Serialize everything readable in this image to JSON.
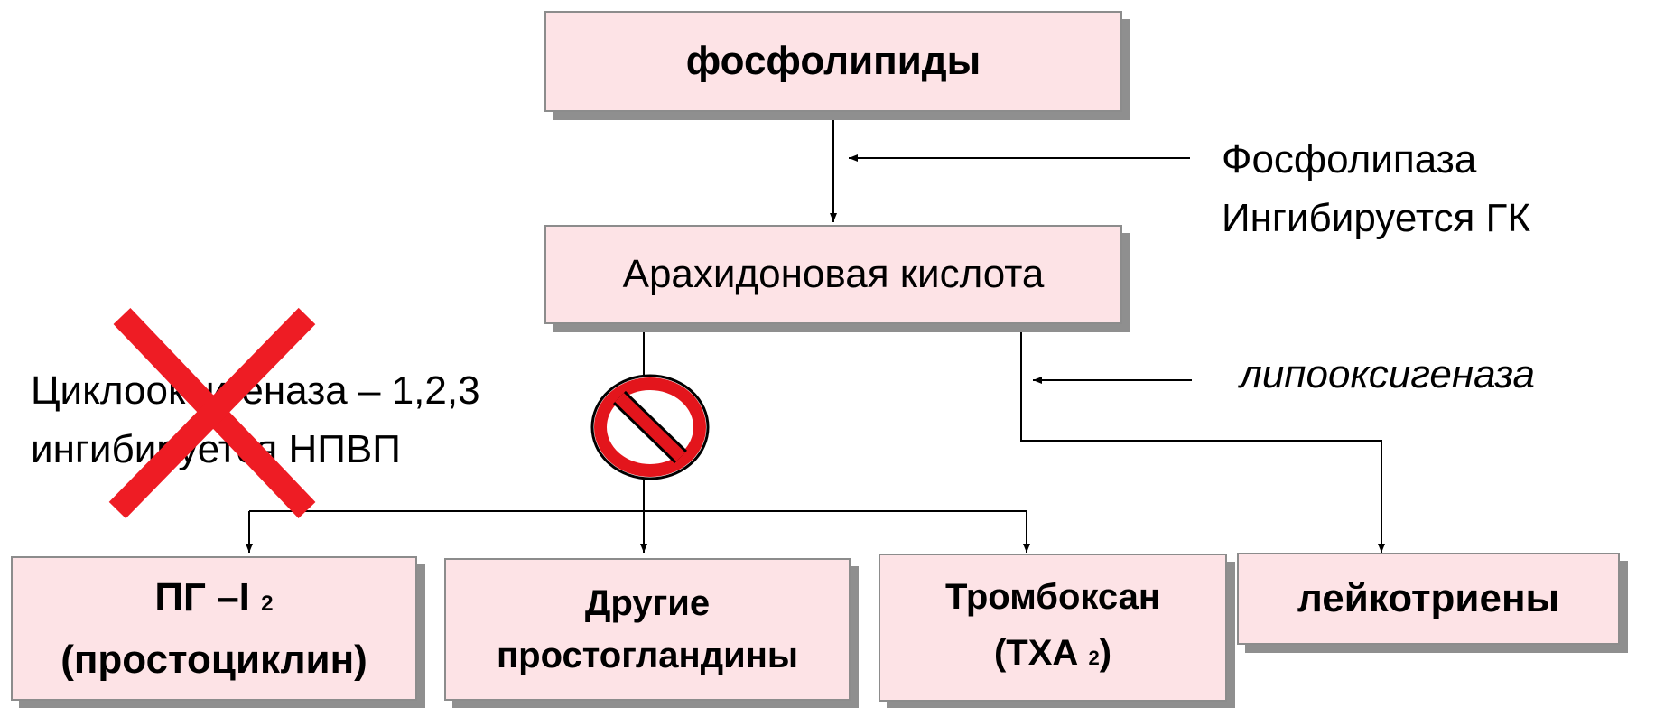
{
  "nodes": {
    "phospholipids": "фосфолипиды",
    "arachidonic_acid": "Арахидоновая кислота",
    "pgi2": {
      "line1_main": "ПГ –I",
      "line1_sub": "2",
      "line2": "(простоциклин)"
    },
    "other_pg": {
      "line1": "Другие",
      "line2": "простогландины"
    },
    "thromboxane": {
      "line1": "Тромбоксан",
      "line2_main": "(ТХА",
      "line2_sub": "2",
      "line2_end": ")"
    },
    "leukotrienes": "лейкотриены"
  },
  "labels": {
    "phospholipase_line1": "Фосфолипаза",
    "phospholipase_line2": "Ингибируется ГК",
    "lipoxygenase": "липооксигеназа",
    "cox_line1": "Циклооксигеназа – 1,2,3",
    "cox_line2": "ингибируется НПВП"
  },
  "colors": {
    "box_fill": "#fde3e6",
    "cross": "#ee1c24",
    "prohibit_fill": "#e3151c"
  }
}
